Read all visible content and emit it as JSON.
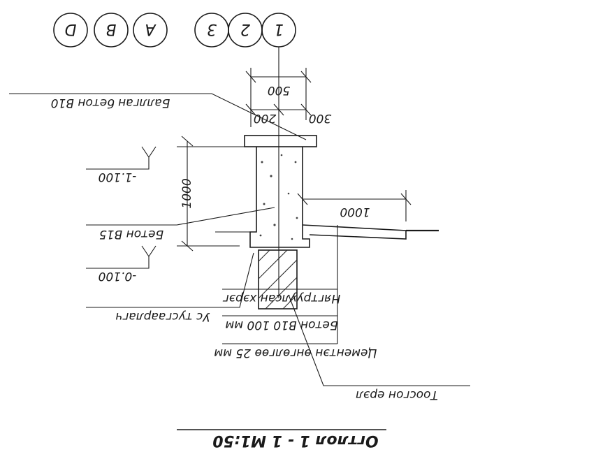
{
  "grid_axes": [
    "1",
    "2",
    "3",
    "A",
    "B",
    "D"
  ],
  "dimensions": {
    "top_total": "500",
    "top_left": "200",
    "top_right": "300",
    "height": "1000",
    "ledge": "1000"
  },
  "levels": {
    "upper": "-1.100",
    "lower": "-0.100"
  },
  "labels": {
    "plinth_top": "Баллган бетон В10",
    "wall": "Бетон В15",
    "waterproof": "Ус тусгаарлагч",
    "layer1": "Нягтруулсан хэрэг",
    "layer2": "Бетон В10 100 мм",
    "layer3": "Цементэн өнгөлгөө 25 мм",
    "brick": "Тоосгон ерэл"
  },
  "title": "Огтлол 1 - 1 М1:50"
}
